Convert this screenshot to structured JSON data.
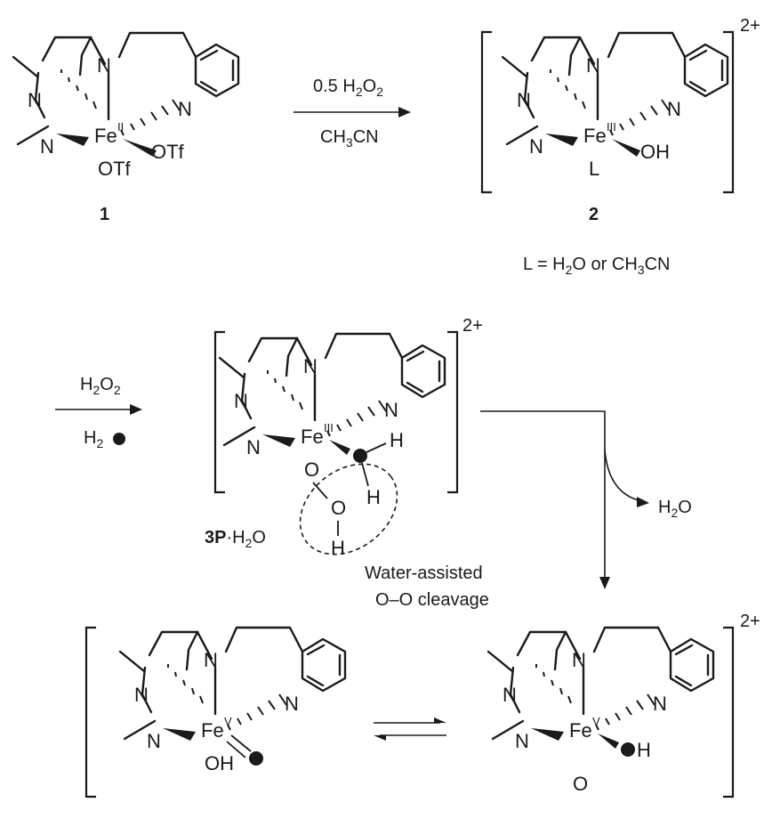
{
  "atoms": {
    "n": "N",
    "fe": "Fe",
    "o": "O",
    "h": "H",
    "l": "L",
    "oh": "OH",
    "otf": "OTf"
  },
  "oxidation_states": {
    "ii": "II",
    "iii": "III",
    "v": "V"
  },
  "charge": "2+",
  "compounds": {
    "c1": "1",
    "c2": "2",
    "c3_bold": "3P",
    "c3_rest": "·H",
    "c3_o": "O"
  },
  "reagents": {
    "step1_top_h": "0.5 H",
    "step1_top_o": "O",
    "step1_bottom_ch": "CH",
    "step1_bottom_cn": "CN",
    "step2_top_h": "H",
    "step2_top_o": "O",
    "step2_bottom_h": "H",
    "byproduct_h": "H",
    "byproduct_o": "O"
  },
  "subscripts": {
    "two": "2",
    "three": "3"
  },
  "ligand_definition": {
    "prefix": "L = H",
    "o": "O or CH",
    "cn": "CN"
  },
  "annotation": {
    "line1": "Water-assisted",
    "line2": "O–O cleavage"
  },
  "colors": {
    "ink": "#1a1a1a",
    "background": "#ffffff"
  }
}
